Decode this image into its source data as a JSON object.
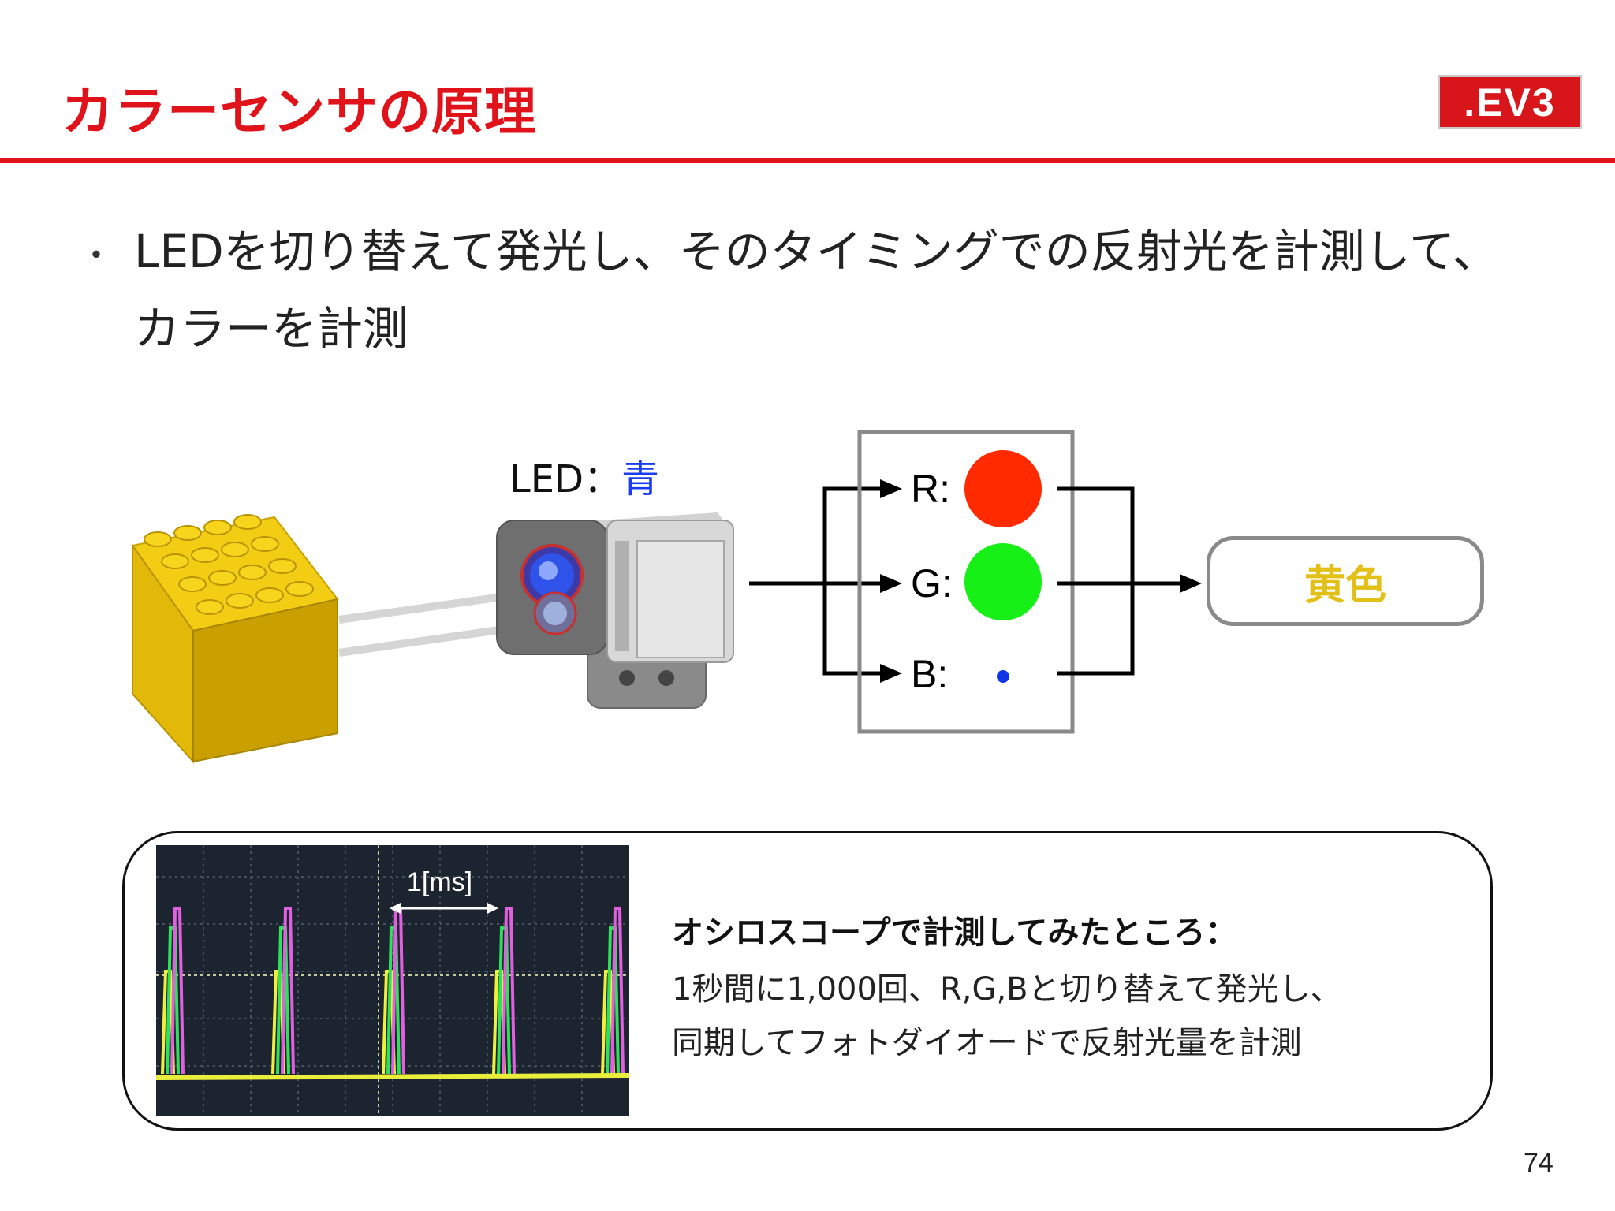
{
  "slide": {
    "title": "カラーセンサの原理",
    "logo": ".EV3",
    "bullet_marker": "・",
    "bullet_text": "LEDを切り替えて発光し、そのタイミングでの反射光を計測して、カラーを計測",
    "page_number": "74"
  },
  "diagram": {
    "led_label": "LED：",
    "led_color": "青",
    "channels": [
      {
        "label": "R:",
        "color": "#ff2a00",
        "level": 1.0
      },
      {
        "label": "G:",
        "color": "#16f016",
        "level": 1.0
      },
      {
        "label": "B:",
        "color": "#1035e6",
        "level": 0.29
      }
    ],
    "result": "黄色"
  },
  "scope": {
    "time_label": "1[ms]",
    "heading": "オシロスコープで計測してみたところ：",
    "line1": "1秒間に1,000回、R,G,Bと切り替えて発光し、",
    "line2": "同期してフォトダイオードで反射光量を計測"
  },
  "colors": {
    "accent_red": "#e0131a",
    "brick_yellow": "#e6bd0a",
    "result_text": "#e2c018"
  }
}
